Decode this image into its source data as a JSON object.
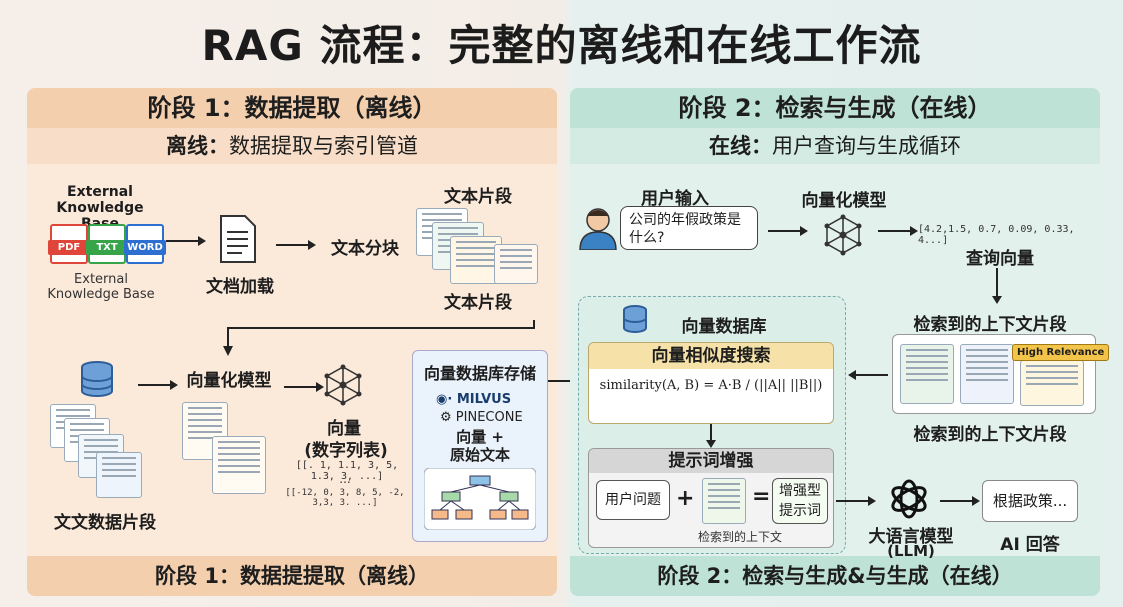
{
  "title": "RAG 流程：完整的离线和在线工作流",
  "left": {
    "header": "阶段 1：数据提取（离线）",
    "subheader_prefix": "离线：",
    "subheader": "数据提取与索引管道",
    "footer": "阶段 1：数据提提取（离线）",
    "kb_top": "External\nKnowledge Base",
    "kb_bottom": "External\nKnowledge Base",
    "files": [
      "PDF",
      "TXT",
      "WORD"
    ],
    "doc_load": "文档加载",
    "chunking": "文本分块",
    "chunks_top": "文本片段",
    "chunks_bottom": "文本片段",
    "embed_model": "向量化模型",
    "chunk_data": "文文数据片段",
    "vector_label": "向量",
    "vector_sub": "(数字列表)",
    "vector_1": "[[. 1, 1.1, 3, 5, 1.3, 3, ...]",
    "vector_ellipsis": "...",
    "vector_2": "[[-12, 0, 3, 8, 5, -2, 3,3, 3. ...]",
    "store_title": "向量数据库存储",
    "milvus": "MILVUS",
    "pinecone": "PINECONE",
    "store_note_1": "向量 +",
    "store_note_2": "原始文本"
  },
  "right": {
    "header": "阶段 2：检索与生成（在线）",
    "subheader_prefix": "在线：",
    "subheader": "用户查询与生成循环",
    "footer": "阶段 2：检索与生成&与生成（在线）",
    "user_input": "用户输入",
    "question": "公司的年假政策是什么?",
    "embed_model": "向量化模型",
    "query_vector": "[4.2,1.5, 0.7, 0.09, 0.33, 4...]",
    "query_vector_label": "查询向量",
    "retrieved_top": "检索到的上下文片段",
    "retrieved_bottom": "检索到的上下文片段",
    "high_relevance": "High Relevance",
    "vdb_title": "向量数据库",
    "similarity_title": "向量相似度搜索",
    "similarity_formula": "similarity(A, B) = A·B / (||A|| ||B||)",
    "augment_title": "提示词增强",
    "user_question": "用户问题",
    "plus": "+",
    "equals": "=",
    "augmented_prompt": "增强型提示词",
    "retrieved_ctx": "检索到的上下文",
    "llm": "大语言模型",
    "llm_sub": "(LLM)",
    "answer": "根据政策...",
    "ai_answer": "AI 回答"
  },
  "colors": {
    "pdf": "#e0453a",
    "txt": "#37a44a",
    "word": "#2c6fd1",
    "high": "#f3c44a"
  }
}
